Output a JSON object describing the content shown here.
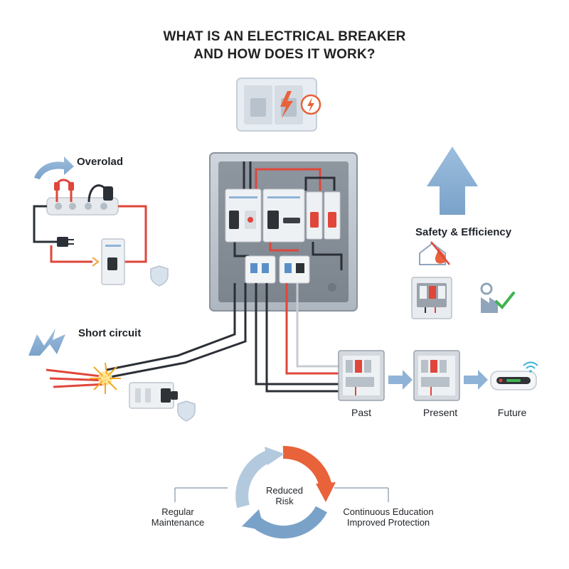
{
  "title": {
    "line1": "WHAT IS AN ELECTRICAL BREAKER",
    "line2": "AND HOW DOES IT WORK?"
  },
  "overload": {
    "label": "Overolad"
  },
  "short_circuit": {
    "label": "Short circuit"
  },
  "safety": {
    "label": "Safety & Efficiency"
  },
  "timeline": {
    "past": "Past",
    "present": "Present",
    "future": "Future"
  },
  "cycle": {
    "center_line1": "Reduced",
    "center_line2": "Risk",
    "left_line1": "Regular",
    "left_line2": "Maintenance",
    "right_line1": "Continuous Education",
    "right_line2": "Improved Protection"
  },
  "colors": {
    "red_wire": "#e0463a",
    "dark_wire": "#2b2f36",
    "light_blue": "#8fb3d6",
    "orange": "#e8623a",
    "panel_gray": "#9aa2ab",
    "green_check": "#3fb34f"
  }
}
